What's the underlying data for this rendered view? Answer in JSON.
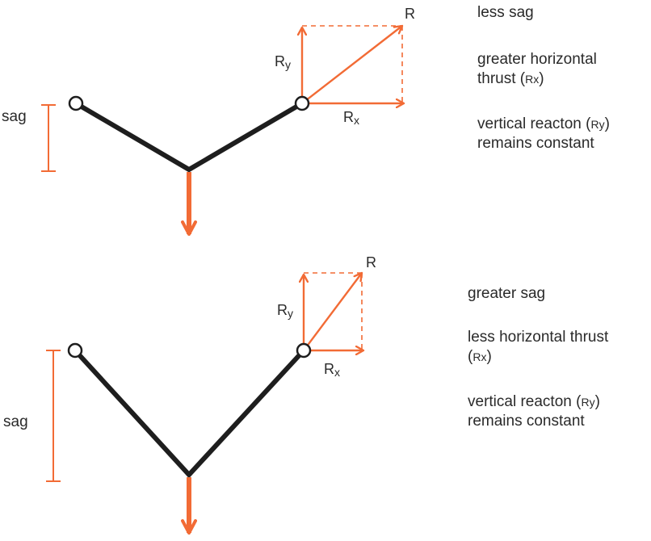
{
  "colors": {
    "cable": "#1e1e1e",
    "force": "#f26b35",
    "text": "#2a2a2a"
  },
  "top_case": {
    "sag_label": "sag",
    "r_label": "R",
    "ry_label": "R",
    "ry_sub": "y",
    "rx_label": "R",
    "rx_sub": "x",
    "notes": {
      "sag": "less sag",
      "thrust_line1": "greater horizontal",
      "thrust_line2": "thrust (",
      "thrust_sub": "Rx",
      "thrust_close": ")",
      "vertical_line1": "vertical reacton (",
      "vertical_sub": "Ry",
      "vertical_close": ")",
      "vertical_line2": "remains constant"
    }
  },
  "bottom_case": {
    "sag_label": "sag",
    "r_label": "R",
    "ry_label": "R",
    "ry_sub": "y",
    "rx_label": "R",
    "rx_sub": "x",
    "notes": {
      "sag": "greater sag",
      "thrust_line1": "less horizontal thrust",
      "thrust_line2": "(",
      "thrust_sub": "Rx",
      "thrust_close": ")",
      "vertical_line1": "vertical reacton (",
      "vertical_sub": "Ry",
      "vertical_close": ")",
      "vertical_line2": "remains constant"
    }
  }
}
